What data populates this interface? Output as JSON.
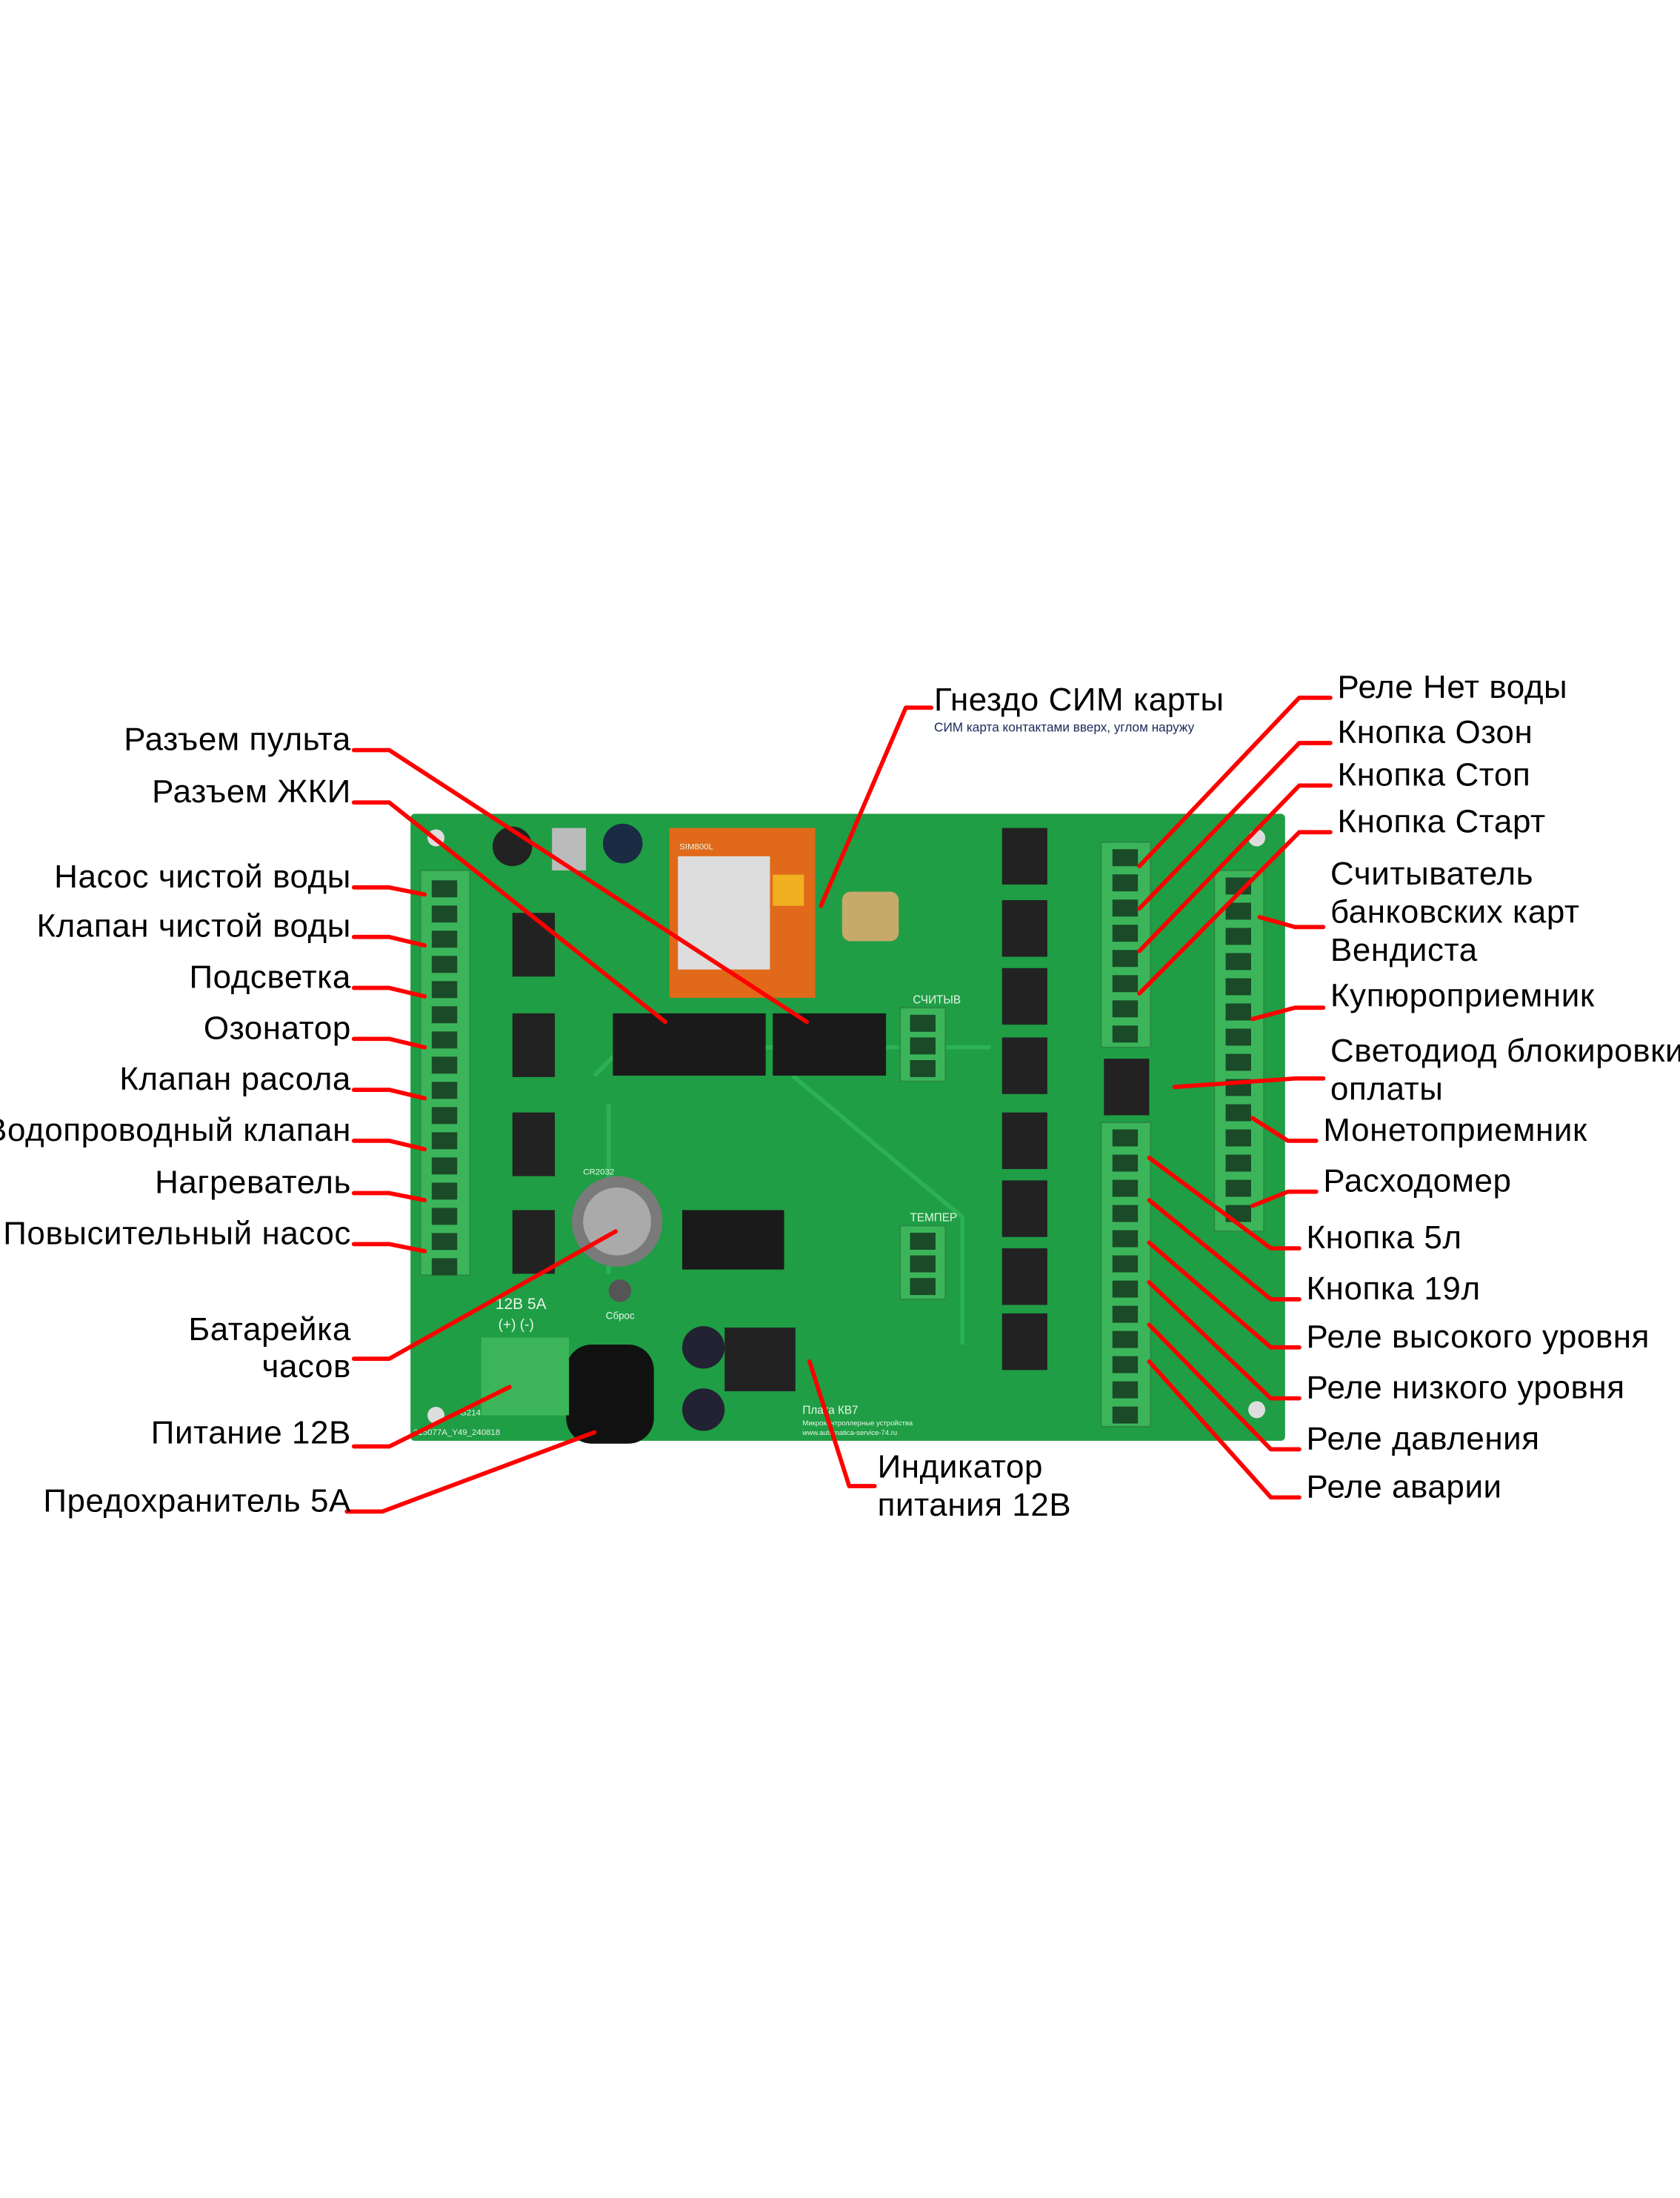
{
  "left_labels": [
    {
      "text": "Разъем пульта"
    },
    {
      "text": "Разъем ЖКИ"
    },
    {
      "text": "Насос чистой воды"
    },
    {
      "text": "Клапан чистой воды"
    },
    {
      "text": "Подсветка"
    },
    {
      "text": "Озонатор"
    },
    {
      "text": "Клапан расола"
    },
    {
      "text": "Водопроводный клапан"
    },
    {
      "text": "Нагреватель"
    },
    {
      "text": "Повысительный насос"
    },
    {
      "lines": [
        "Батарейка",
        "часов"
      ]
    },
    {
      "text": "Питание 12В"
    },
    {
      "text": "Предохранитель 5А"
    }
  ],
  "top_label": {
    "text": "Гнездо СИМ карты",
    "note": "СИМ карта контактами вверх, углом наружу"
  },
  "bottom_label": {
    "lines": [
      "Индикатор",
      "питания 12В"
    ]
  },
  "right_labels": [
    {
      "text": "Реле Нет воды"
    },
    {
      "text": "Кнопка Озон"
    },
    {
      "text": "Кнопка Стоп"
    },
    {
      "text": "Кнопка Старт"
    },
    {
      "lines": [
        "Считыватель",
        "банковских карт",
        "Вендиста"
      ]
    },
    {
      "text": "Купюроприемник"
    },
    {
      "lines": [
        "Светодиод блокировки",
        "оплаты"
      ]
    },
    {
      "text": "Монетоприемник"
    },
    {
      "text": "Расходомер"
    },
    {
      "text": "Кнопка 5л"
    },
    {
      "text": "Кнопка 19л"
    },
    {
      "text": "Реле высокого уровня"
    },
    {
      "text": "Реле низкого уровня"
    },
    {
      "text": "Реле давления"
    },
    {
      "text": "Реле аварии"
    }
  ],
  "board": {
    "name": "Плата КВ7",
    "maker": "Микроконтроллерные устройства",
    "url": "www.automatica-service-74.ru",
    "reader_conn": "СЧИТЫВ",
    "temp_conn": "ТЕМПЕР",
    "power_rating": "12В 5А",
    "power_polarity": "(+)   (-)",
    "reset": "Сброс",
    "battery": "CR2032",
    "gsm_module": "SIM800L",
    "connector_id": "G214",
    "serial": "215077A_Y49_240818"
  },
  "colors": {
    "board": "#1fa046",
    "lead": "#ff0000",
    "terminal": "#3cb55a"
  }
}
